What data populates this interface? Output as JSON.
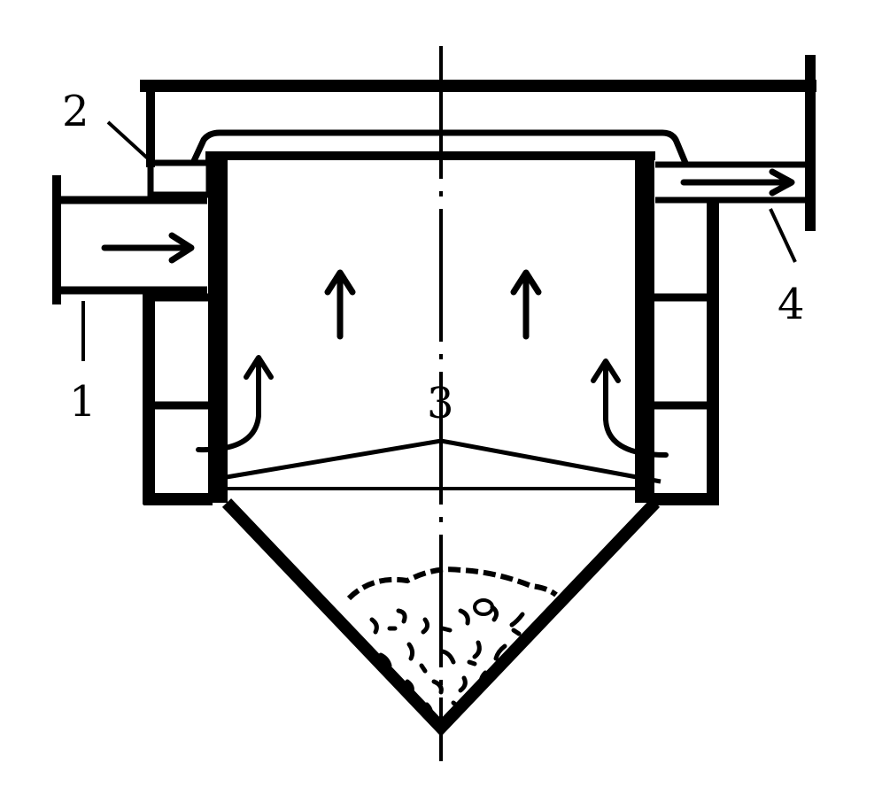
{
  "diagram": {
    "labels": {
      "inlet": "1",
      "partition": "2",
      "chamber": "3",
      "outlet": "4"
    },
    "colors": {
      "line": "#000000",
      "background": "#ffffff"
    }
  }
}
